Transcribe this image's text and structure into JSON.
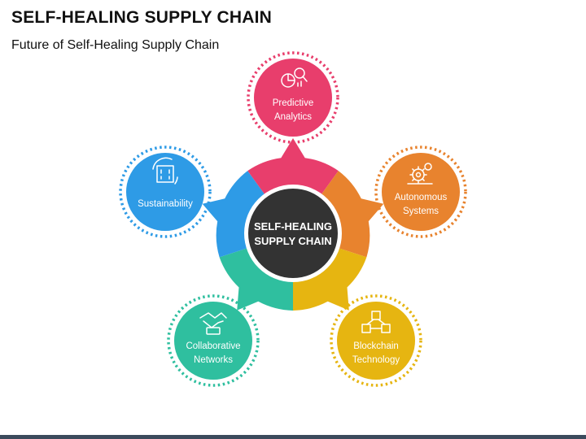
{
  "title": "SELF-HEALING SUPPLY CHAIN",
  "subtitle": "Future of Self-Healing Supply Chain",
  "center": {
    "lines": [
      "SELF-HEALING",
      "SUPPLY CHAIN"
    ],
    "color": "#333333"
  },
  "nodes": [
    {
      "key": "predictive-analytics",
      "lines": [
        "Predictive",
        "Analytics"
      ],
      "color": "#e83e6c",
      "icon": "analytics-icon"
    },
    {
      "key": "autonomous-systems",
      "lines": [
        "Autonomous",
        "Systems"
      ],
      "color": "#e8832e",
      "icon": "gear-icon"
    },
    {
      "key": "blockchain-technology",
      "lines": [
        "Blockchain",
        "Technology"
      ],
      "color": "#e6b511",
      "icon": "blockchain-icon"
    },
    {
      "key": "collaborative-networks",
      "lines": [
        "Collaborative",
        "Networks"
      ],
      "color": "#2fbf9f",
      "icon": "handshake-icon"
    },
    {
      "key": "sustainability",
      "lines": [
        "Sustainability"
      ],
      "color": "#2e9be6",
      "icon": "eco-building-icon"
    }
  ],
  "footer_color": "#3b4a5c"
}
